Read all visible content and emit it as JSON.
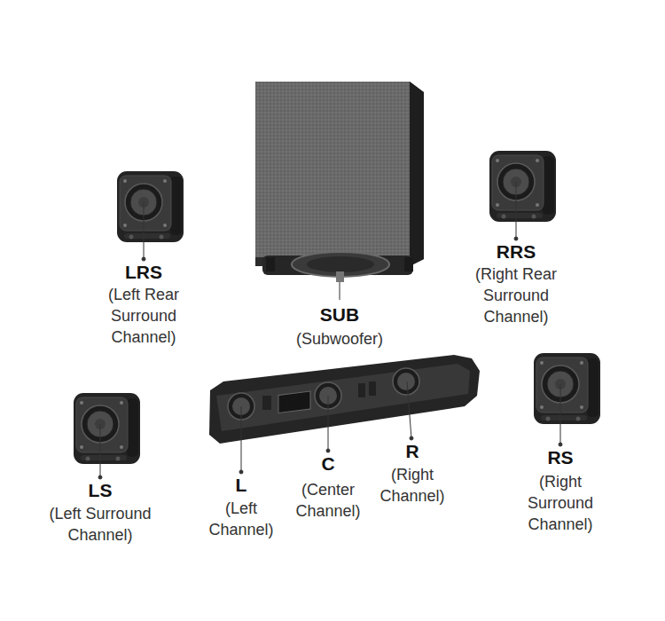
{
  "diagram": {
    "labels": [
      "LRS",
      "(Left Rear Surround Channel)",
      "SUB",
      "(Subwoofer)",
      "RRS",
      "(Right Rear Surround Channel)",
      "LS",
      "(Left Surround Channel)",
      "L",
      "(Left Channel)",
      "C",
      "(Center Channel)",
      "R",
      "(Right Channel)",
      "RS",
      "(Right Surround Channel)"
    ]
  }
}
